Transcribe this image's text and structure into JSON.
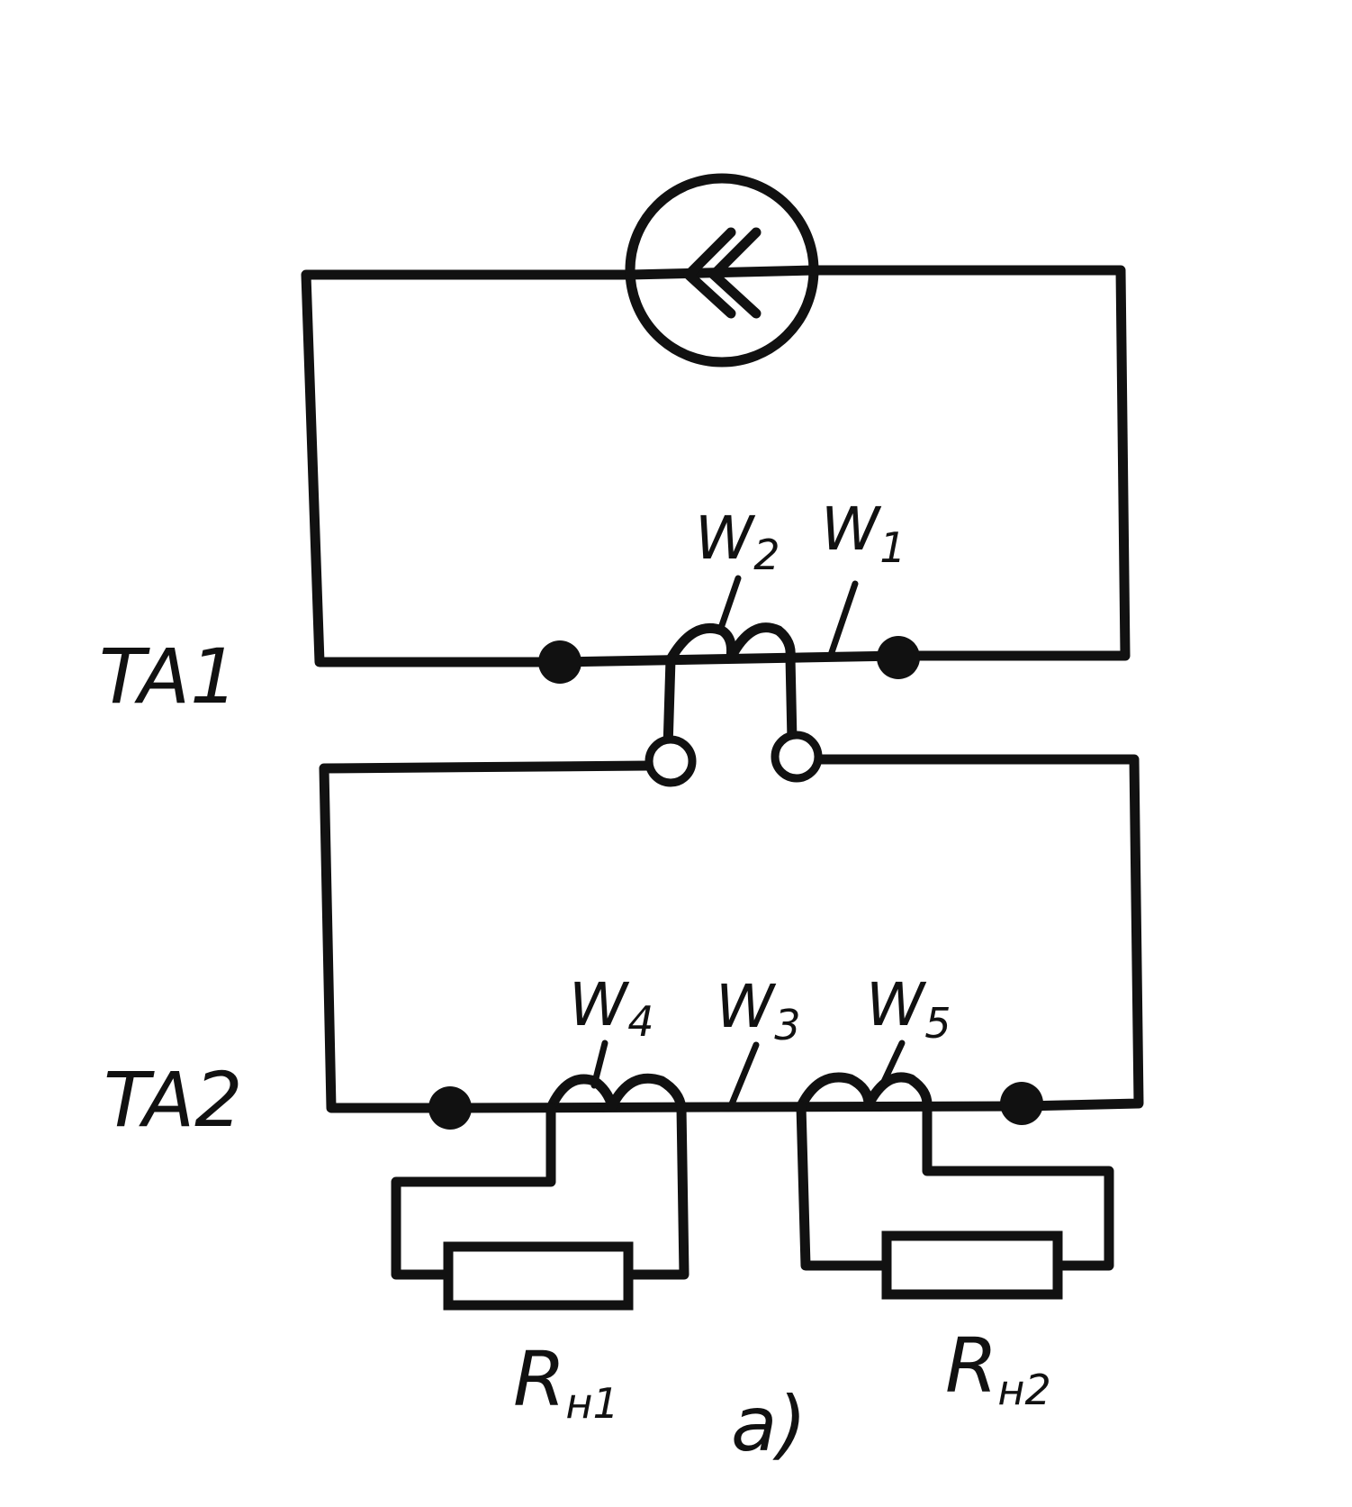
{
  "labels": {
    "ta1": "TA1",
    "ta2": "TA2",
    "w1": "W",
    "w1_sub": "1",
    "w2": "W",
    "w2_sub": "2",
    "w3": "W",
    "w3_sub": "3",
    "w4": "W",
    "w4_sub": "4",
    "w5": "W",
    "w5_sub": "5",
    "rh1": "R",
    "rh1_sub": "н1",
    "rh2": "R",
    "rh2_sub": "н2",
    "caption": "a)"
  },
  "colors": {
    "ink": "#111111",
    "background": "#ffffff"
  }
}
